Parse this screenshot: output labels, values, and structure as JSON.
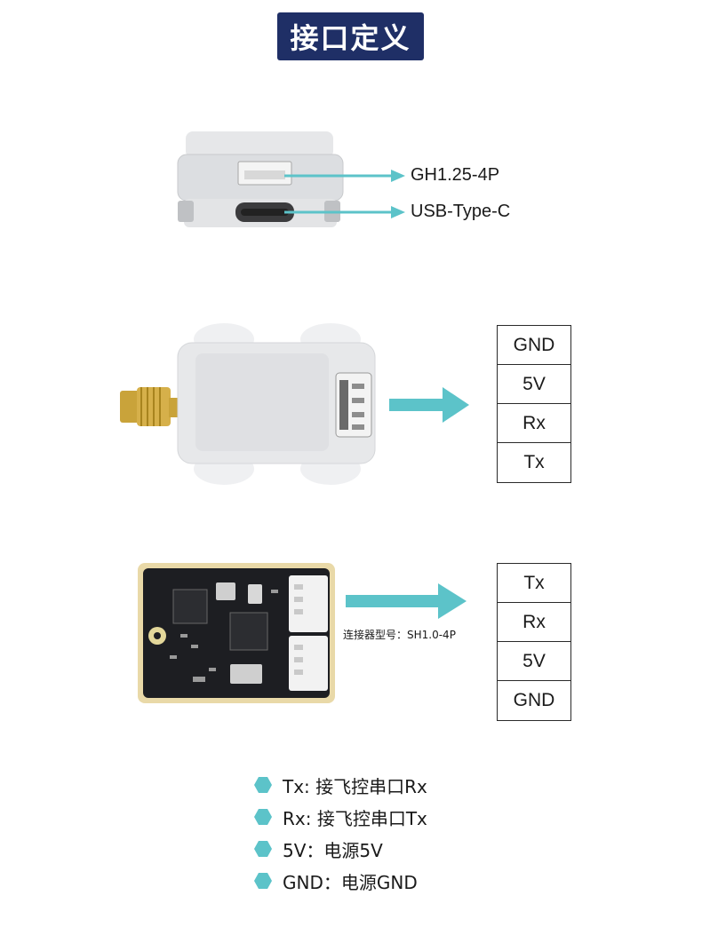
{
  "title": "接口定义",
  "top_ports": {
    "connector_label": "GH1.25-4P",
    "usb_label": "USB-Type-C"
  },
  "table_1": [
    "GND",
    "5V",
    "Rx",
    "Tx"
  ],
  "table_2": [
    "Tx",
    "Rx",
    "5V",
    "GND"
  ],
  "connector_note": "连接器型号：SH1.0-4P",
  "legend": [
    {
      "text": "Tx: 接飞控串口Rx"
    },
    {
      "text": "Rx: 接飞控串口Tx"
    },
    {
      "text": "5V：电源5V"
    },
    {
      "text": "GND：电源GND"
    }
  ],
  "colors": {
    "title_bg": "#1f2f66",
    "accent": "#5cc3c9"
  }
}
